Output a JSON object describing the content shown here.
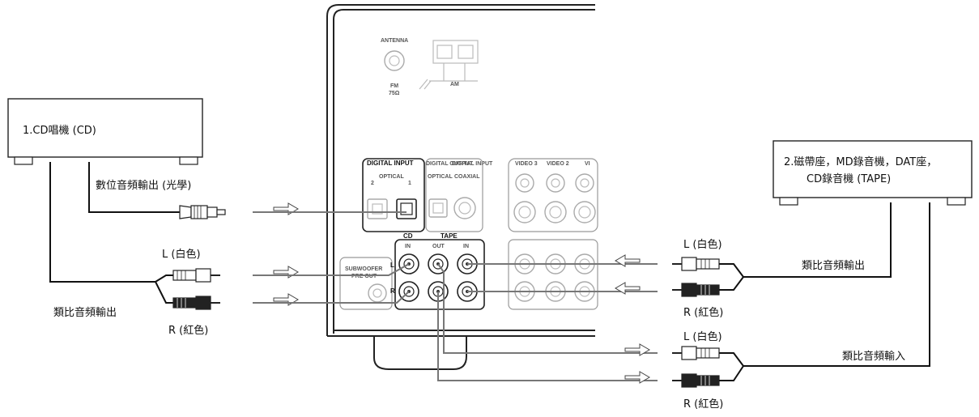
{
  "devices": {
    "cd_player": "1.CD唱機 (CD)",
    "tape_deck_line1": "2.磁帶座，MD錄音機，DAT座，",
    "tape_deck_line2": "CD錄音機 (TAPE)"
  },
  "labels": {
    "digital_out": "數位音頻輸出 (光學)",
    "analog_out_left": "類比音頻輸出",
    "analog_out_right": "類比音頻輸出",
    "analog_in_right": "類比音頻輸入",
    "white_left_cd": "L (白色)",
    "red_left_cd": "R (紅色)",
    "white_right_out": "L (白色)",
    "red_right_out": "R (紅色)",
    "white_right_in": "L (白色)",
    "red_right_in": "R (紅色)"
  },
  "panel": {
    "antenna": "ANTENNA",
    "fm": "FM",
    "ohms": "75Ω",
    "am": "AM",
    "digital_input": "DIGITAL INPUT",
    "optical": "OPTICAL",
    "opt_num_2": "2",
    "opt_num_1": "1",
    "digital_output": "DIGITAL OUTPUT",
    "optical_out": "OPTICAL",
    "digital_input_2": "DIGITAL INPUT",
    "coaxial": "COAXIAL",
    "cd": "CD",
    "tape": "TAPE",
    "in": "IN",
    "out": "OUT",
    "l": "L",
    "r": "R",
    "video3": "VIDEO 3",
    "video2": "VIDEO 2",
    "video1": "VI",
    "subwoofer": "SUBWOOFER",
    "pre_out": "PRE OUT"
  }
}
